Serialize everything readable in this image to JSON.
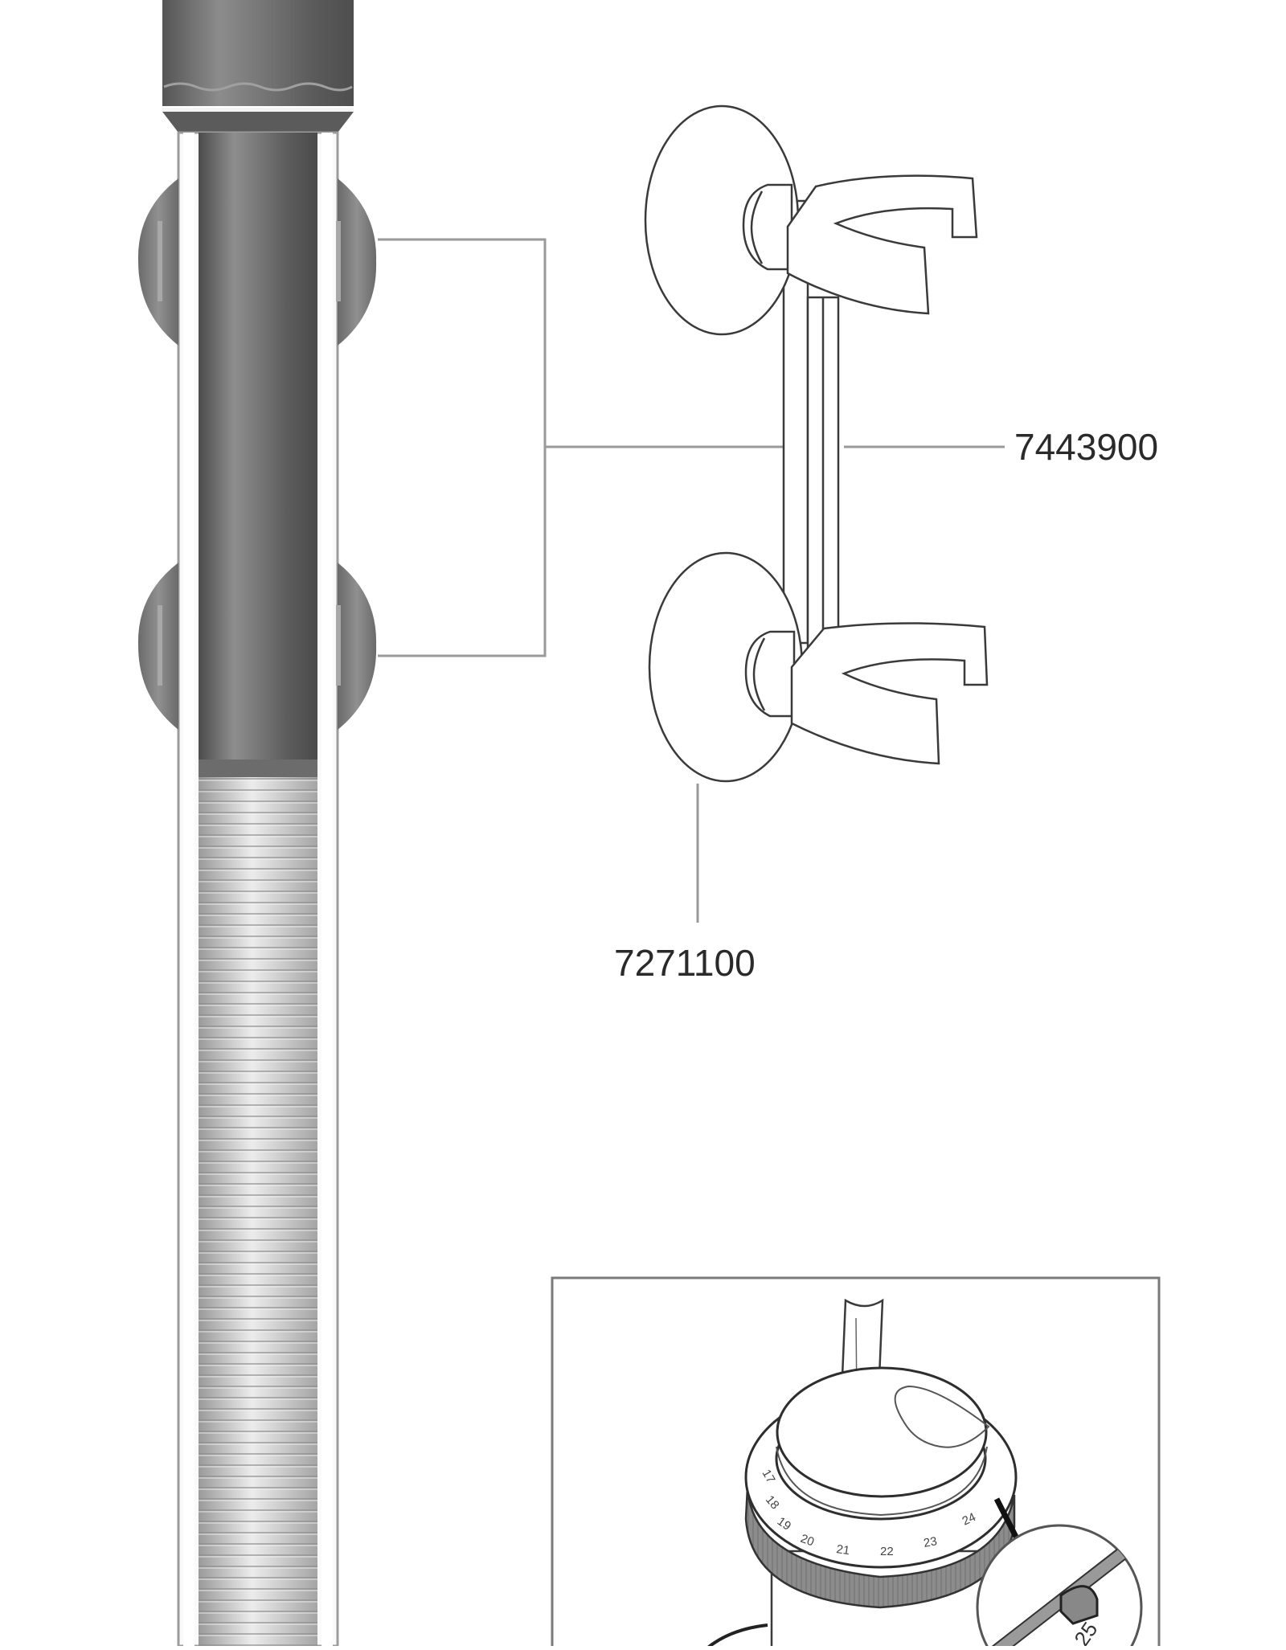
{
  "diagram": {
    "type": "exploded parts diagram",
    "subject": "aquarium heater with suction-cup holder and temperature dial detail",
    "colors": {
      "background": "#ffffff",
      "heater_dark": "#5a5a5a",
      "heater_mid": "#8a8a8a",
      "heater_light": "#d8d8d8",
      "line": "#3a3a3a",
      "leader_line": "#9a9a9a",
      "dial_knurl": "#8c8c8c"
    }
  },
  "parts": [
    {
      "id": "holder",
      "number": "7443900",
      "description": "heater holder clip with two suction cups"
    },
    {
      "id": "suction_cup",
      "number": "7271100",
      "description": "suction cup"
    }
  ],
  "inset": {
    "description": "temperature adjustment dial close-up",
    "dial_scale": [
      "17",
      "18",
      "19",
      "20",
      "21",
      "22",
      "23",
      "24"
    ],
    "magnified_setting": "25"
  }
}
